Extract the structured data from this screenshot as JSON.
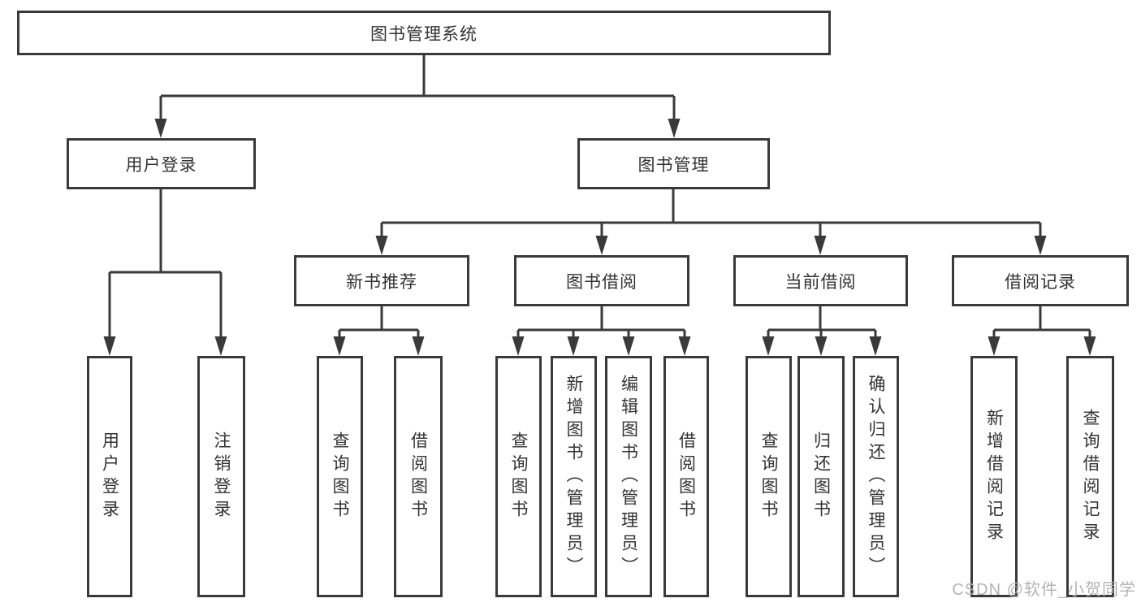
{
  "diagram": {
    "title": "图书管理系统",
    "root": {
      "label": "图书管理系统"
    },
    "level2": [
      {
        "id": "user-login",
        "label": "用户登录"
      },
      {
        "id": "book-mgmt",
        "label": "图书管理"
      }
    ],
    "level3": [
      {
        "id": "new-book-recommend",
        "label": "新书推荐",
        "parent": "图书管理"
      },
      {
        "id": "book-borrow",
        "label": "图书借阅",
        "parent": "图书管理"
      },
      {
        "id": "current-borrow",
        "label": "当前借阅",
        "parent": "图书管理"
      },
      {
        "id": "borrow-record",
        "label": "借阅记录",
        "parent": "图书管理"
      }
    ],
    "leaves": [
      {
        "label": "用户登录",
        "parent": "用户登录"
      },
      {
        "label": "注销登录",
        "parent": "用户登录"
      },
      {
        "label": "查询图书",
        "parent": "新书推荐"
      },
      {
        "label": "借阅图书",
        "parent": "新书推荐"
      },
      {
        "label": "查询图书",
        "parent": "图书借阅"
      },
      {
        "label": "新增图书（管理员）",
        "parent": "图书借阅"
      },
      {
        "label": "编辑图书（管理员）",
        "parent": "图书借阅"
      },
      {
        "label": "借阅图书",
        "parent": "图书借阅"
      },
      {
        "label": "查询图书",
        "parent": "当前借阅"
      },
      {
        "label": "归还图书",
        "parent": "当前借阅"
      },
      {
        "label": "确认归还（管理员）",
        "parent": "当前借阅"
      },
      {
        "label": "新增借阅记录",
        "parent": "借阅记录"
      },
      {
        "label": "查询借阅记录",
        "parent": "借阅记录"
      }
    ],
    "colors": {
      "line": "#3a3a3a",
      "text": "#333333",
      "background": "#ffffff",
      "watermark": "#b3b3b3"
    },
    "watermark": "CSDN @软件_小贺同学"
  }
}
